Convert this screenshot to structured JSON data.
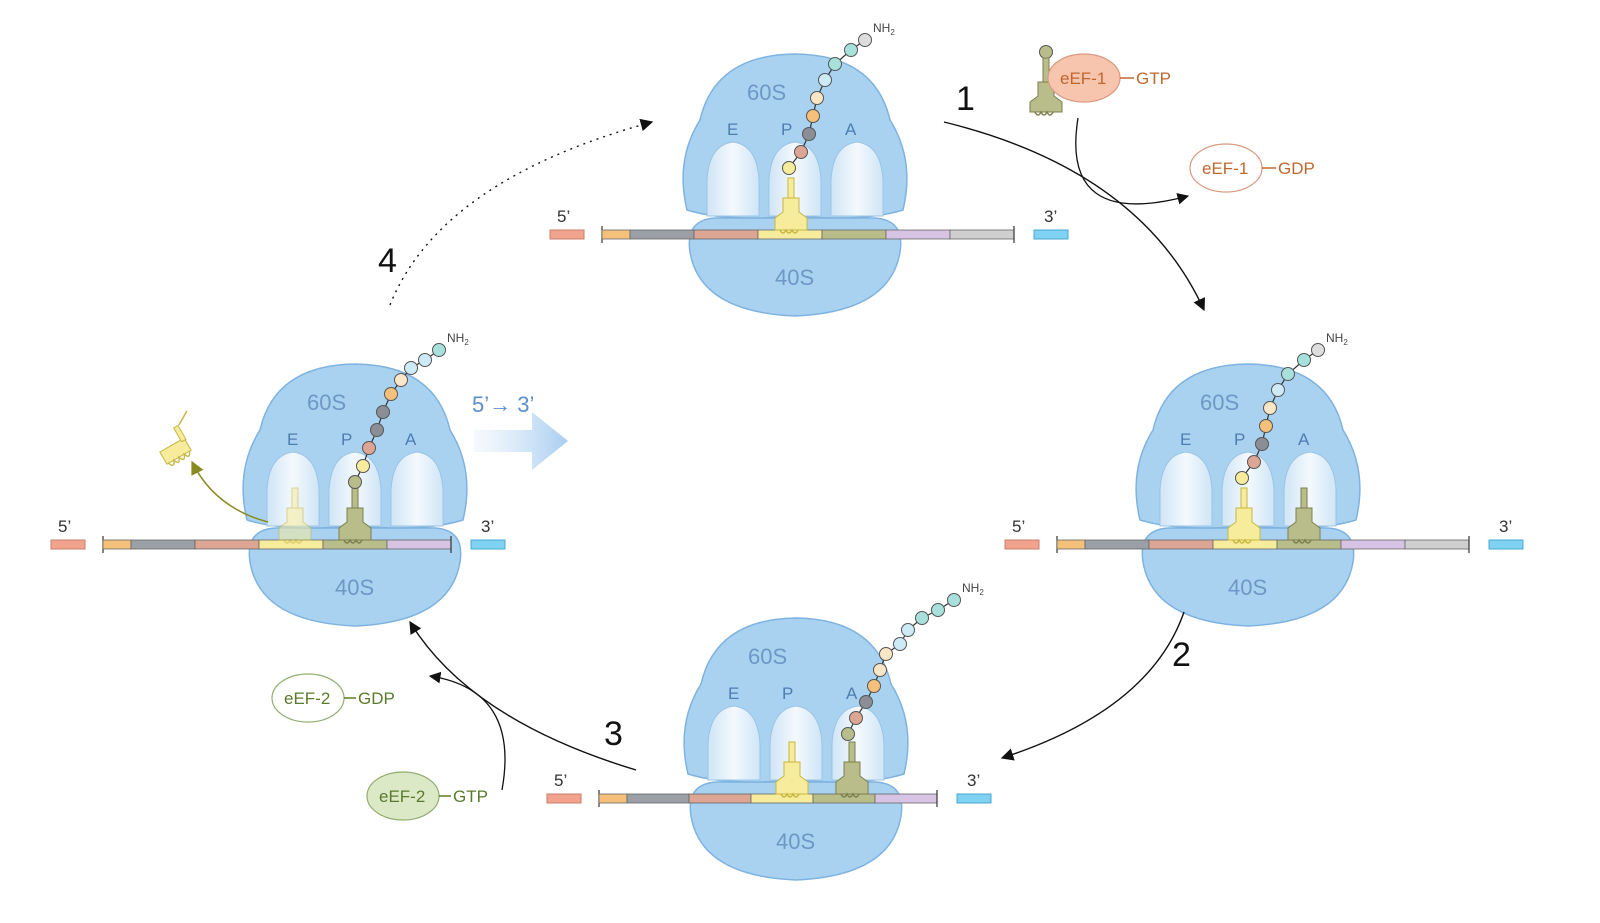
{
  "subunits": {
    "large": "60S",
    "small": "40S"
  },
  "sites": {
    "e": "E",
    "p": "P",
    "a": "A"
  },
  "ends": {
    "five": "5’",
    "three": "3’"
  },
  "amine": {
    "base": "NH",
    "sub": "2"
  },
  "direction": "5’→ 3’",
  "steps": [
    "1",
    "2",
    "3",
    "4"
  ],
  "factors": {
    "eef1": "eEF-1",
    "eef2": "eEF-2",
    "gtp": "GTP",
    "gdp": "GDP"
  },
  "colors": {
    "ribosome": "#a9d2f1",
    "ribosome_stroke": "#7fb3df",
    "pocket": "#e8f3fb",
    "trna_yellow": "#f7ec9c",
    "trna_olive": "#b8bd8a",
    "eef1_fill": "#f7c4ae",
    "eef1_text": "#c0672f",
    "eef2_fill": "#dce9c6",
    "eef2_text": "#5a7a2c",
    "arrow": "#111111"
  },
  "codon_colors": [
    "#f5c07a",
    "#9aa0a6",
    "#dca594",
    "#f7ec9c",
    "#b8bd8a",
    "#d7c4e4",
    "#cfcfcf"
  ],
  "chain_colors": [
    "#f7ec9c",
    "#dca594",
    "#8b8f95",
    "#f5c07a",
    "#fce6c6",
    "#cdeaf7",
    "#a8e0dc"
  ]
}
